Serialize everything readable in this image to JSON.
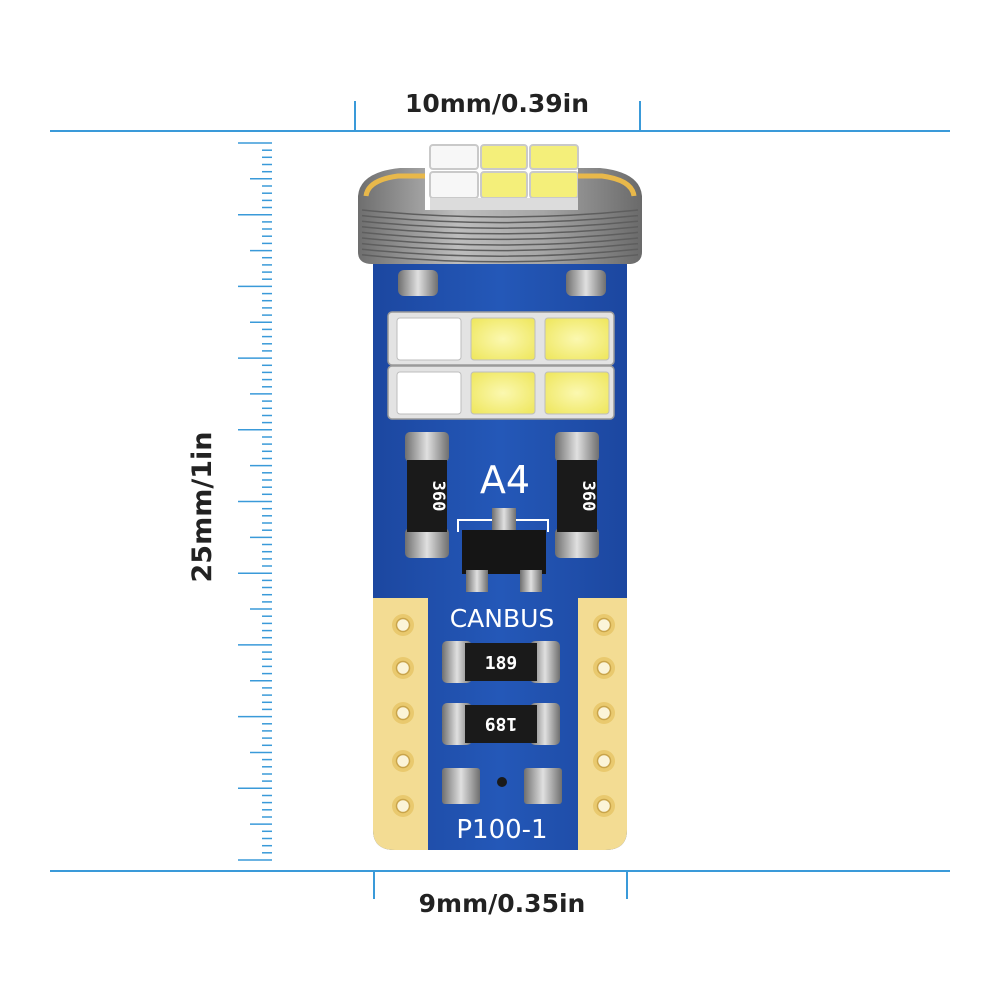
{
  "dimensions": {
    "top_width": "10mm/0.39in",
    "height": "25mm/1in",
    "bottom_width": "9mm/0.35in"
  },
  "board_labels": {
    "model": "A4",
    "canbus": "CANBUS",
    "part_number": "P100-1",
    "resistor_top_left": "360",
    "resistor_top_right": "360",
    "resistor_mid_upper": "189",
    "resistor_mid_lower": "189"
  },
  "colors": {
    "dimension_line": "#3a9ad9",
    "pcb_blue": "#1f4fa8",
    "gold_pad": "#f3dc93",
    "led_yellow": "#f4ef7a",
    "led_white": "#ffffff",
    "resistor_body": "#1a1a1a",
    "cap_gray": "#8e8e8e"
  }
}
